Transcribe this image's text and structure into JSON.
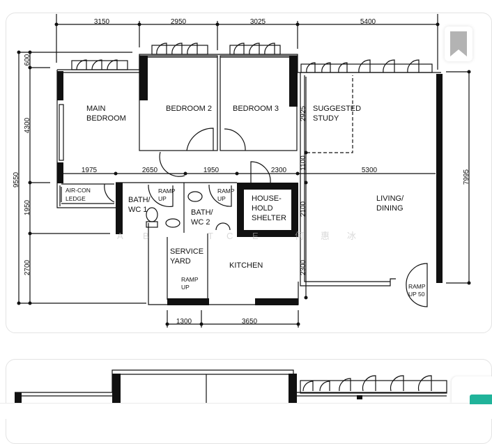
{
  "floorplan": {
    "dimensions_top": [
      "3150",
      "2950",
      "3025",
      "5400"
    ],
    "dimensions_left": [
      "600",
      "4300",
      "9550",
      "1950",
      "2700"
    ],
    "dimensions_right": [
      "7995"
    ],
    "dimensions_mid": [
      "1975",
      "2650",
      "1950",
      "2300",
      "5300"
    ],
    "dimensions_inner": [
      "2925",
      "1100",
      "2100",
      "2300"
    ],
    "dimensions_bottom": [
      "1300",
      "3650"
    ],
    "rooms": {
      "main_bedroom_1": "MAIN",
      "main_bedroom_2": "BEDROOM",
      "bedroom2": "BEDROOM 2",
      "bedroom3": "BEDROOM 3",
      "study_1": "SUGGESTED",
      "study_2": "STUDY",
      "aircon_1": "AIR-CON",
      "aircon_2": "LEDGE",
      "bath1_1": "BATH/",
      "bath1_2": "WC 1",
      "bath2_1": "BATH/",
      "bath2_2": "WC 2",
      "ramp1_1": "RAMP",
      "ramp1_2": "UP",
      "ramp2_1": "RAMP",
      "ramp2_2": "UP",
      "shelter_1": "HOUSE-",
      "shelter_2": "HOLD",
      "shelter_3": "SHELTER",
      "living_1": "LIVING/",
      "living_2": "DINING",
      "service_1": "SERVICE",
      "service_2": "YARD",
      "ramp3_1": "RAMP",
      "ramp3_2": "UP",
      "kitchen": "KITCHEN",
      "ramp4_1": "RAMP",
      "ramp4_2": "UP 50"
    },
    "watermark": [
      "A",
      "B",
      "T",
      "C",
      "E",
      "何",
      "惠",
      "冰"
    ]
  },
  "bookmark": {
    "icon": "bookmark-icon",
    "color": "#b3b3b3"
  },
  "accent_color": "#20b39a"
}
